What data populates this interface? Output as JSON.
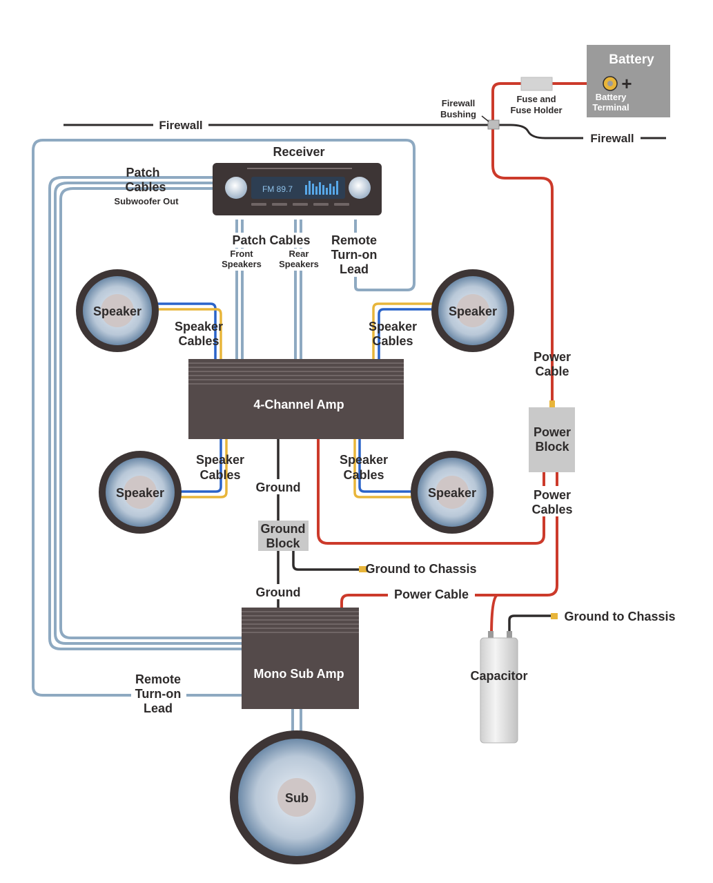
{
  "colors": {
    "power": "#cc3a2b",
    "ground": "#2e2b2b",
    "patch": "#8ea9c1",
    "speaker_blue": "#2a63c9",
    "speaker_yellow": "#e8b53a",
    "amp": "#544a4a",
    "block": "#c9c9c9",
    "battery": "#9b9b9b"
  },
  "labels": {
    "battery": "Battery",
    "battery_terminal_1": "Battery",
    "battery_terminal_2": "Terminal",
    "fuse_1": "Fuse and",
    "fuse_2": "Fuse Holder",
    "bushing_1": "Firewall",
    "bushing_2": "Bushing",
    "firewall_left": "Firewall",
    "firewall_right": "Firewall",
    "receiver": "Receiver",
    "display": "FM 89.7",
    "patch_cables_left_1": "Patch",
    "patch_cables_left_2": "Cables",
    "subwoofer_out": "Subwoofer Out",
    "patch_cables_mid": "Patch Cables",
    "front_speakers_1": "Front",
    "front_speakers_2": "Speakers",
    "rear_speakers_1": "Rear",
    "rear_speakers_2": "Speakers",
    "remote_top_1": "Remote",
    "remote_top_2": "Turn-on",
    "remote_top_3": "Lead",
    "speaker": "Speaker",
    "speaker_cables_1": "Speaker",
    "speaker_cables_2": "Cables",
    "amp4": "4-Channel Amp",
    "power_cable_1": "Power",
    "power_cable_2": "Cable",
    "power_block_1": "Power",
    "power_block_2": "Block",
    "power_cables_1": "Power",
    "power_cables_2": "Cables",
    "ground_top": "Ground",
    "ground_block_1": "Ground",
    "ground_block_2": "Block",
    "ground_to_chassis_1": "Ground to Chassis",
    "ground_bottom": "Ground",
    "power_cable_h": "Power Cable",
    "ground_to_chassis_2": "Ground to Chassis",
    "mono_amp": "Mono Sub Amp",
    "capacitor": "Capacitor",
    "remote_bottom_1": "Remote",
    "remote_bottom_2": "Turn-on",
    "remote_bottom_3": "Lead",
    "sub": "Sub"
  }
}
